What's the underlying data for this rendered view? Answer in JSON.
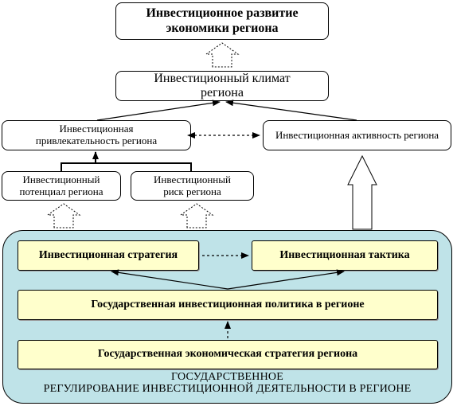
{
  "nodes": {
    "investment_development": "Инвестиционное развитие экономики региона",
    "investment_climate": "Инвестиционный климат региона",
    "investment_attractiveness": "Инвестиционная привлекательность региона",
    "investment_activity": "Инвестиционная активность региона",
    "investment_potential": "Инвестиционный потенциал региона",
    "investment_risk": "Инвестиционный риск региона",
    "investment_strategy": "Инвестиционная стратегия",
    "investment_tactics": "Инвестиционная тактика",
    "state_investment_policy": "Государственная инвестиционная политика в регионе",
    "state_economic_strategy": "Государственная экономическая стратегия региона"
  },
  "panel": {
    "caption_line1": "ГОСУДАРСТВЕННОЕ",
    "caption_line2": "РЕГУЛИРОВАНИЕ ИНВЕСТИЦИОННОЙ ДЕЯТЕЛЬНОСТИ В РЕГИОНЕ"
  },
  "colors": {
    "panel_fill": "#bfe3e8",
    "inner_box_fill": "#ffffcc"
  }
}
